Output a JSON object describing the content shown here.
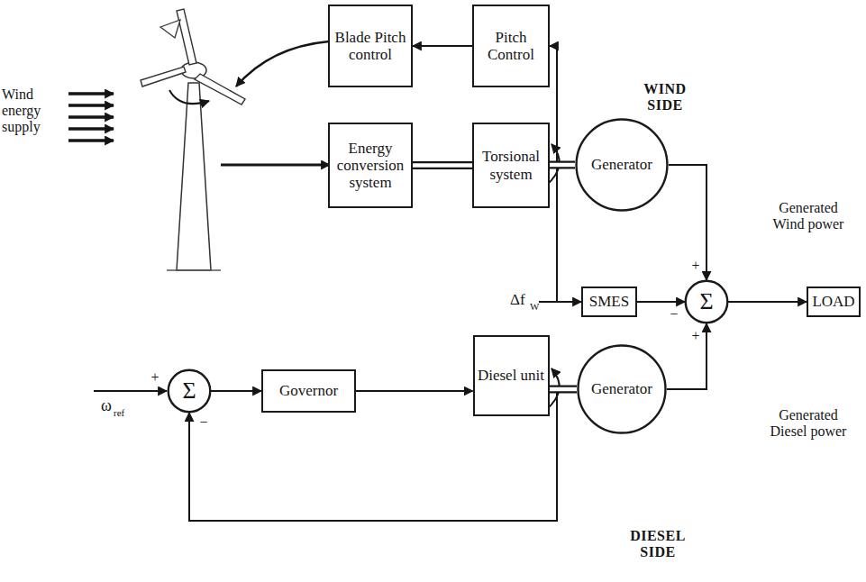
{
  "diagram": {
    "nodes": [
      {
        "text": [
          "Blade Pitch control"
        ]
      },
      {
        "text": [
          "Pitch Control"
        ]
      },
      {
        "text": [
          "Energy conversion system"
        ]
      },
      {
        "text": [
          "Torsional system"
        ]
      },
      {
        "text": [
          "Generator"
        ]
      },
      {
        "text": [
          "SMES"
        ]
      },
      {
        "text": [
          "Σ"
        ]
      },
      {
        "text": [
          "LOAD"
        ]
      },
      {
        "text": [
          "Σ"
        ]
      },
      {
        "text": [
          "Governor"
        ]
      },
      {
        "text": [
          "Diesel unit"
        ]
      },
      {
        "text": [
          "Generator"
        ]
      }
    ],
    "edges": [
      {
        "from": 1,
        "to": 0,
        "arrow": "to"
      },
      {
        "from": 2,
        "to": 3,
        "arrow": "none"
      },
      {
        "from": 3,
        "to": 4,
        "arrow": "none"
      },
      {
        "from": 4,
        "to": 1,
        "arrow": "to"
      },
      {
        "from": 4,
        "to": 5,
        "arrow": "to"
      },
      {
        "from": 5,
        "to": 6,
        "arrow": "to"
      },
      {
        "from": 4,
        "to": 6,
        "arrow": "to"
      },
      {
        "from": 6,
        "to": 7,
        "arrow": "to"
      },
      {
        "from": 8,
        "to": 9,
        "arrow": "to"
      },
      {
        "from": 9,
        "to": 10,
        "arrow": "to"
      },
      {
        "from": 10,
        "to": 11,
        "arrow": "none"
      },
      {
        "from": 11,
        "to": 6,
        "arrow": "to"
      },
      {
        "from": 11,
        "to": 8,
        "arrow": "to"
      }
    ],
    "labels": [
      "Wind energy supply",
      "WIND SIDE",
      "Generated Wind power",
      "Δf",
      "W",
      "+",
      "−",
      "+",
      "Generated Diesel power",
      "ω",
      "ref",
      "+",
      "−",
      "DIESEL SIDE"
    ]
  }
}
